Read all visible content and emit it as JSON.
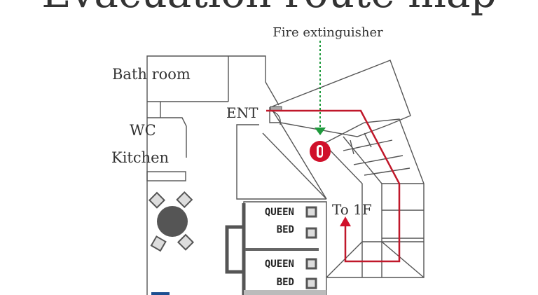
{
  "title": "Evacuation route map",
  "labels": {
    "fire_extinguisher": "Fire extinguisher",
    "bath_room": "Bath room",
    "wc": "WC",
    "kitchen": "Kitchen",
    "entrance": "ENT",
    "to_1f": "To 1F",
    "bed1_line1": "QUEEN",
    "bed1_line2": "BED",
    "bed2_line1": "QUEEN",
    "bed2_line2": "BED"
  },
  "colors": {
    "route": "#c0182a",
    "extinguisher_pointer": "#1e9a3c",
    "walls": "#555555"
  }
}
